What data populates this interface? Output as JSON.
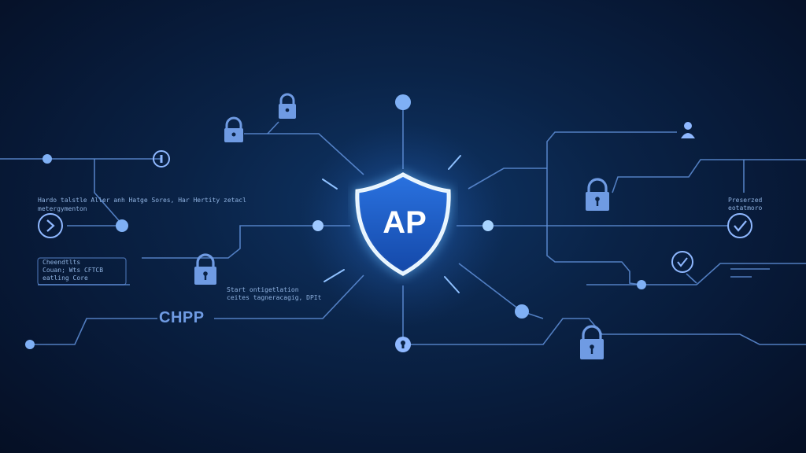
{
  "shield": {
    "text": "AP"
  },
  "labels": {
    "left_header_line1": "Hardo talstle Aller anh Hatge Sores, Har Hertity zetacl",
    "left_header_line2": "metergymenton",
    "panel_line1": "Cheendtlts",
    "panel_line2": "Couan; Wts CFTCB",
    "panel_line3": "eatling Core",
    "center_line1": "Start ontigetlation",
    "center_line2": "ceites tagneracagig, DPIt",
    "chpp": "CHPP",
    "right_line1": "Preserzed",
    "right_line2": "eotatmoro"
  },
  "icons": [
    "lock-icon",
    "user-icon",
    "check-icon",
    "chevron-right-icon",
    "keyhole-icon",
    "shield-icon"
  ],
  "colors": {
    "line": "#6f9be3",
    "node": "#8fb8ff",
    "shield": "#1d5fc9",
    "glow": "#4aa3ff",
    "background": "#071835"
  }
}
